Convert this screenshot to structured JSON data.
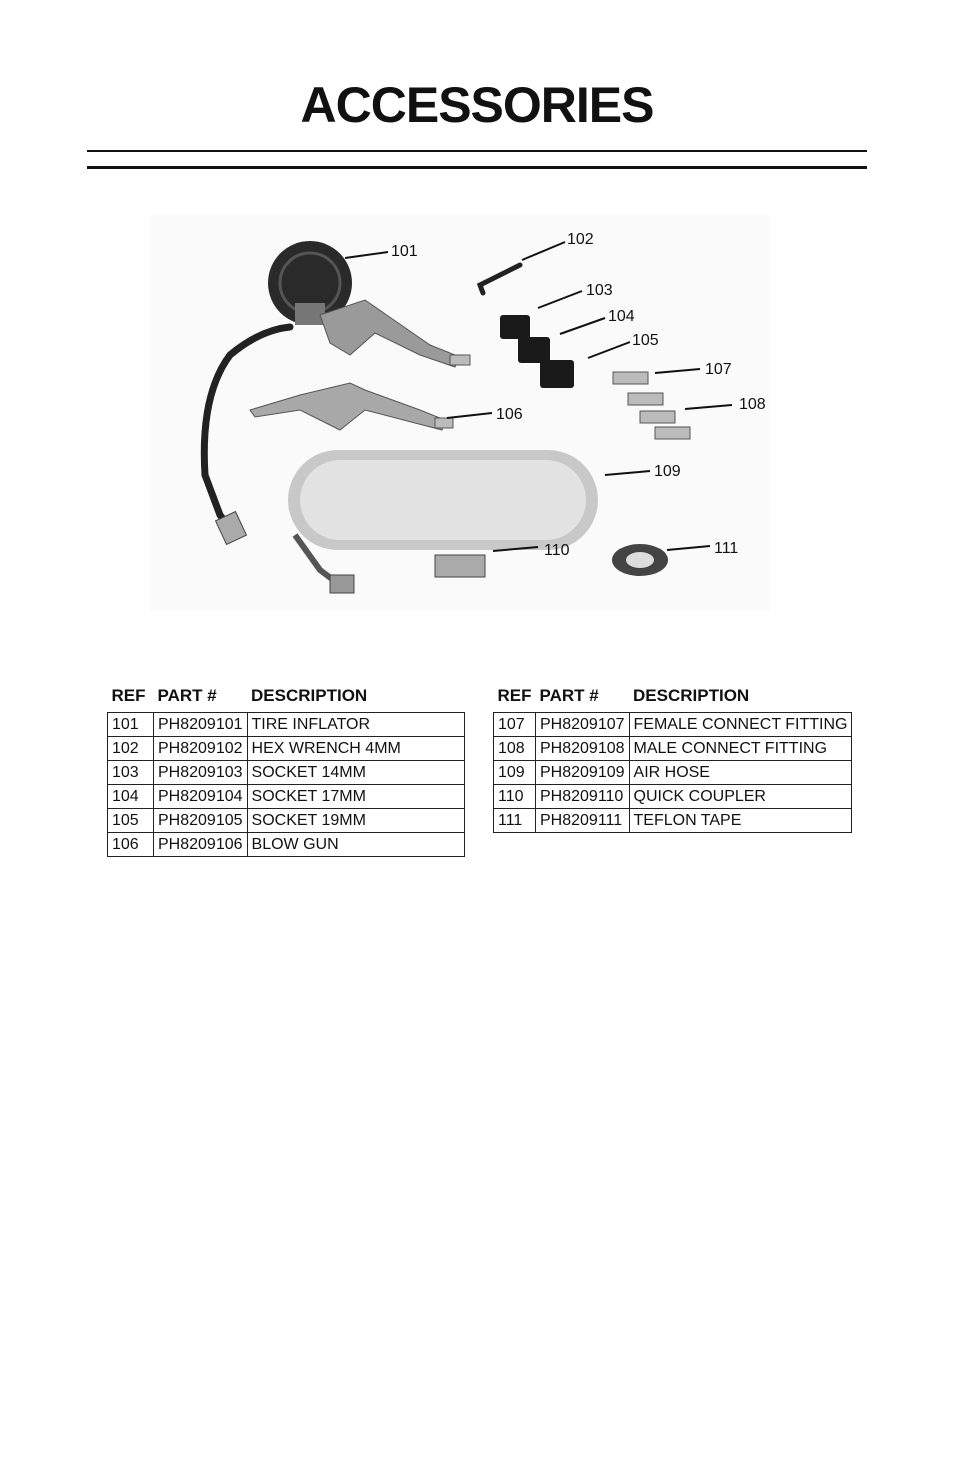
{
  "page": {
    "title": "ACCESSORIES"
  },
  "diagram": {
    "callouts": [
      "101",
      "102",
      "103",
      "104",
      "105",
      "106",
      "107",
      "108",
      "109",
      "110",
      "111"
    ]
  },
  "table_headers": {
    "ref": "REF",
    "part": "PART #",
    "description": "DESCRIPTION"
  },
  "parts_left": [
    {
      "ref": "101",
      "part": "PH8209101",
      "description": "TIRE INFLATOR"
    },
    {
      "ref": "102",
      "part": "PH8209102",
      "description": "HEX WRENCH 4MM"
    },
    {
      "ref": "103",
      "part": "PH8209103",
      "description": "SOCKET 14MM"
    },
    {
      "ref": "104",
      "part": "PH8209104",
      "description": "SOCKET 17MM"
    },
    {
      "ref": "105",
      "part": "PH8209105",
      "description": "SOCKET 19MM"
    },
    {
      "ref": "106",
      "part": "PH8209106",
      "description": "BLOW GUN"
    }
  ],
  "parts_right": [
    {
      "ref": "107",
      "part": "PH8209107",
      "description": "FEMALE CONNECT FITTING"
    },
    {
      "ref": "108",
      "part": "PH8209108",
      "description": "MALE CONNECT FITTING"
    },
    {
      "ref": "109",
      "part": "PH8209109",
      "description": "AIR HOSE"
    },
    {
      "ref": "110",
      "part": "PH8209110",
      "description": "QUICK COUPLER"
    },
    {
      "ref": "111",
      "part": "PH8209111",
      "description": "TEFLON TAPE"
    }
  ]
}
